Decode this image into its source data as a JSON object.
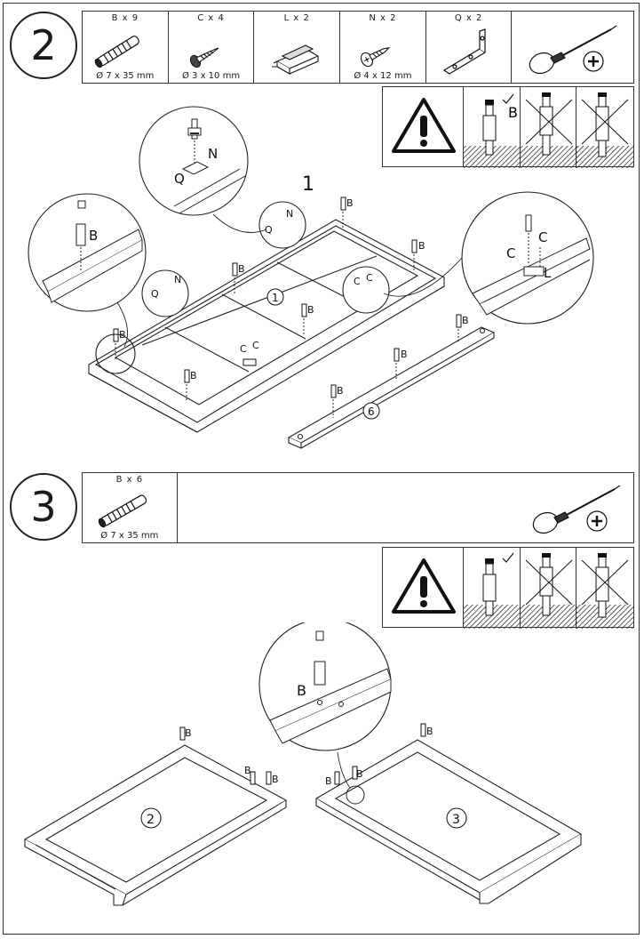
{
  "step2": {
    "number": "2",
    "parts": [
      {
        "qty": "B x 9",
        "dim": "Ø 7 x 35 mm",
        "icon": "dowel-icon"
      },
      {
        "qty": "C x 4",
        "dim": "Ø 3 x 10 mm",
        "icon": "screw-icon"
      },
      {
        "qty": "L x 2",
        "dim": "",
        "icon": "magnet-catch-icon"
      },
      {
        "qty": "N x 2",
        "dim": "Ø 4 x 12 mm",
        "icon": "screw-icon"
      },
      {
        "qty": "Q x 2",
        "dim": "",
        "icon": "bracket-icon"
      },
      {
        "qty": "",
        "dim": "",
        "icon": "screwdriver-icon"
      }
    ],
    "warning_label": "B",
    "drawing": {
      "panel_label": "1",
      "part1": "1",
      "part6": "6",
      "letters": {
        "b": "B",
        "c": "C",
        "l": "L",
        "n": "N",
        "q": "Q"
      }
    }
  },
  "step3": {
    "number": "3",
    "parts": [
      {
        "qty": "B x 6",
        "dim": "Ø 7 x 35 mm",
        "icon": "dowel-icon"
      }
    ],
    "drawing": {
      "part2": "2",
      "part3": "3",
      "letters": {
        "b": "B"
      }
    }
  }
}
